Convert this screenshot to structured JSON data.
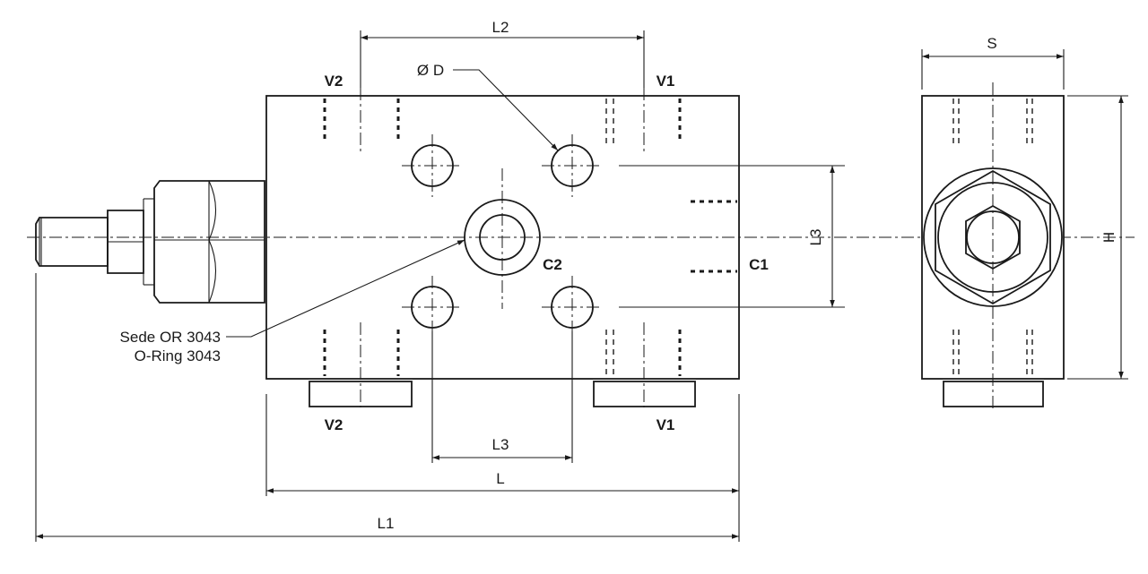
{
  "dimensions": {
    "l2": "L2",
    "dia_d": "Ø D",
    "l3_vertical": "L3",
    "l3_horizontal": "L3",
    "l": "L",
    "l1": "L1",
    "s": "S",
    "h": "H"
  },
  "ports": {
    "v2_top": "V2",
    "v1_top": "V1",
    "c2": "C2",
    "c1": "C1",
    "v2_bottom": "V2",
    "v1_bottom": "V1"
  },
  "notes": {
    "seal_seat": "Sede OR 3043",
    "o_ring": "O-Ring 3043"
  }
}
